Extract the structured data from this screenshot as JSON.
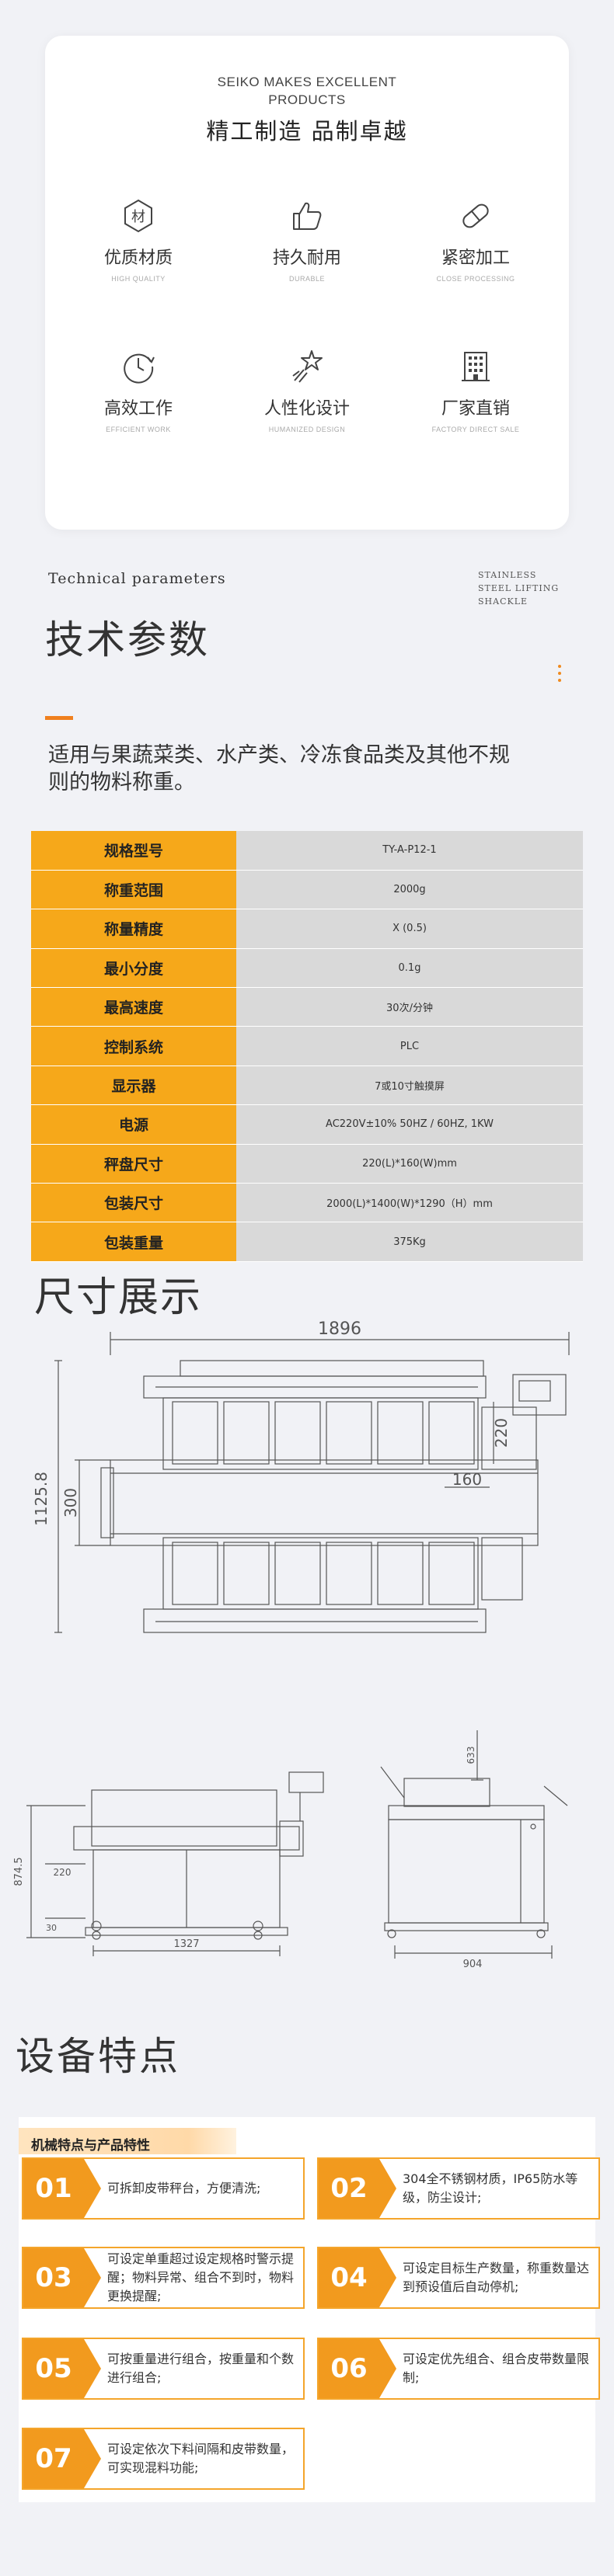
{
  "hero": {
    "title_en": "SEIKO MAKES EXCELLENT PRODUCTS",
    "title_cn": "精工制造 品制卓越",
    "features": [
      {
        "icon": "material-icon",
        "glyph": "材",
        "cn": "优质材质",
        "en": "HIGH QUALITY"
      },
      {
        "icon": "thumbs-up-icon",
        "cn": "持久耐用",
        "en": "DURABLE"
      },
      {
        "icon": "pill-icon",
        "cn": "紧密加工",
        "en": "CLOSE PROCESSING"
      },
      {
        "icon": "clock-icon",
        "cn": "高效工作",
        "en": "EFFICIENT WORK"
      },
      {
        "icon": "star-hand-icon",
        "cn": "人性化设计",
        "en": "HUMANIZED DESIGN"
      },
      {
        "icon": "building-icon",
        "cn": "厂家直销",
        "en": "FACTORY DIRECT SALE"
      }
    ]
  },
  "tech": {
    "en_title": "Technical parameters",
    "en_right": "STAINLESS STEEL LIFTING SHACKLE",
    "cn_title": "技术参数",
    "description": "适用与果蔬菜类、水产类、冷冻食品类及其他不规则的物料称重。"
  },
  "spec_rows": [
    {
      "k": "规格型号",
      "v": "TY-A-P12-1"
    },
    {
      "k": "称重范围",
      "v": "2000g"
    },
    {
      "k": "称量精度",
      "v": "X (0.5)"
    },
    {
      "k": "最小分度",
      "v": "0.1g"
    },
    {
      "k": "最高速度",
      "v": "30次/分钟"
    },
    {
      "k": "控制系统",
      "v": "PLC"
    },
    {
      "k": "显示器",
      "v": "7或10寸触摸屏"
    },
    {
      "k": "电源",
      "v": "AC220V±10% 50HZ / 60HZ, 1KW"
    },
    {
      "k": "秤盘尺寸",
      "v": "220(L)*160(W)mm"
    },
    {
      "k": "包装尺寸",
      "v": "2000(L)*1400(W)*1290（H）mm"
    },
    {
      "k": "包装重量",
      "v": "375Kg"
    }
  ],
  "dimension": {
    "title": "尺寸展示",
    "top_view": {
      "total_length": "1896",
      "total_width": "1125.8",
      "conveyor_width": "300",
      "pan_length": "220",
      "pan_width": "160"
    },
    "side_view": {
      "height": "874.5",
      "offset": "220",
      "leg": "30",
      "length": "1327"
    },
    "front_view": {
      "top": "633",
      "width": "904"
    }
  },
  "features": {
    "title": "设备特点",
    "header": "机械特点与产品特性",
    "items": [
      {
        "num": "01",
        "text": "可拆卸皮带秤台，方便清洗;"
      },
      {
        "num": "02",
        "text": "304全不锈钢材质，IP65防水等级，防尘设计;"
      },
      {
        "num": "03",
        "text": "可设定单重超过设定规格时警示提醒；物料异常、组合不到时，物料更换提醒;"
      },
      {
        "num": "04",
        "text": "可设定目标生产数量，称重数量达到预设值后自动停机;"
      },
      {
        "num": "05",
        "text": "可按重量进行组合，按重量和个数进行组合;"
      },
      {
        "num": "06",
        "text": "可设定优先组合、组合皮带数量限制;"
      },
      {
        "num": "07",
        "text": "可设定依次下料间隔和皮带数量，可实现混料功能;"
      }
    ]
  },
  "colors": {
    "accent": "#f29a1e",
    "table_key": "#f6a81a",
    "table_value": "#d9d9d9"
  }
}
